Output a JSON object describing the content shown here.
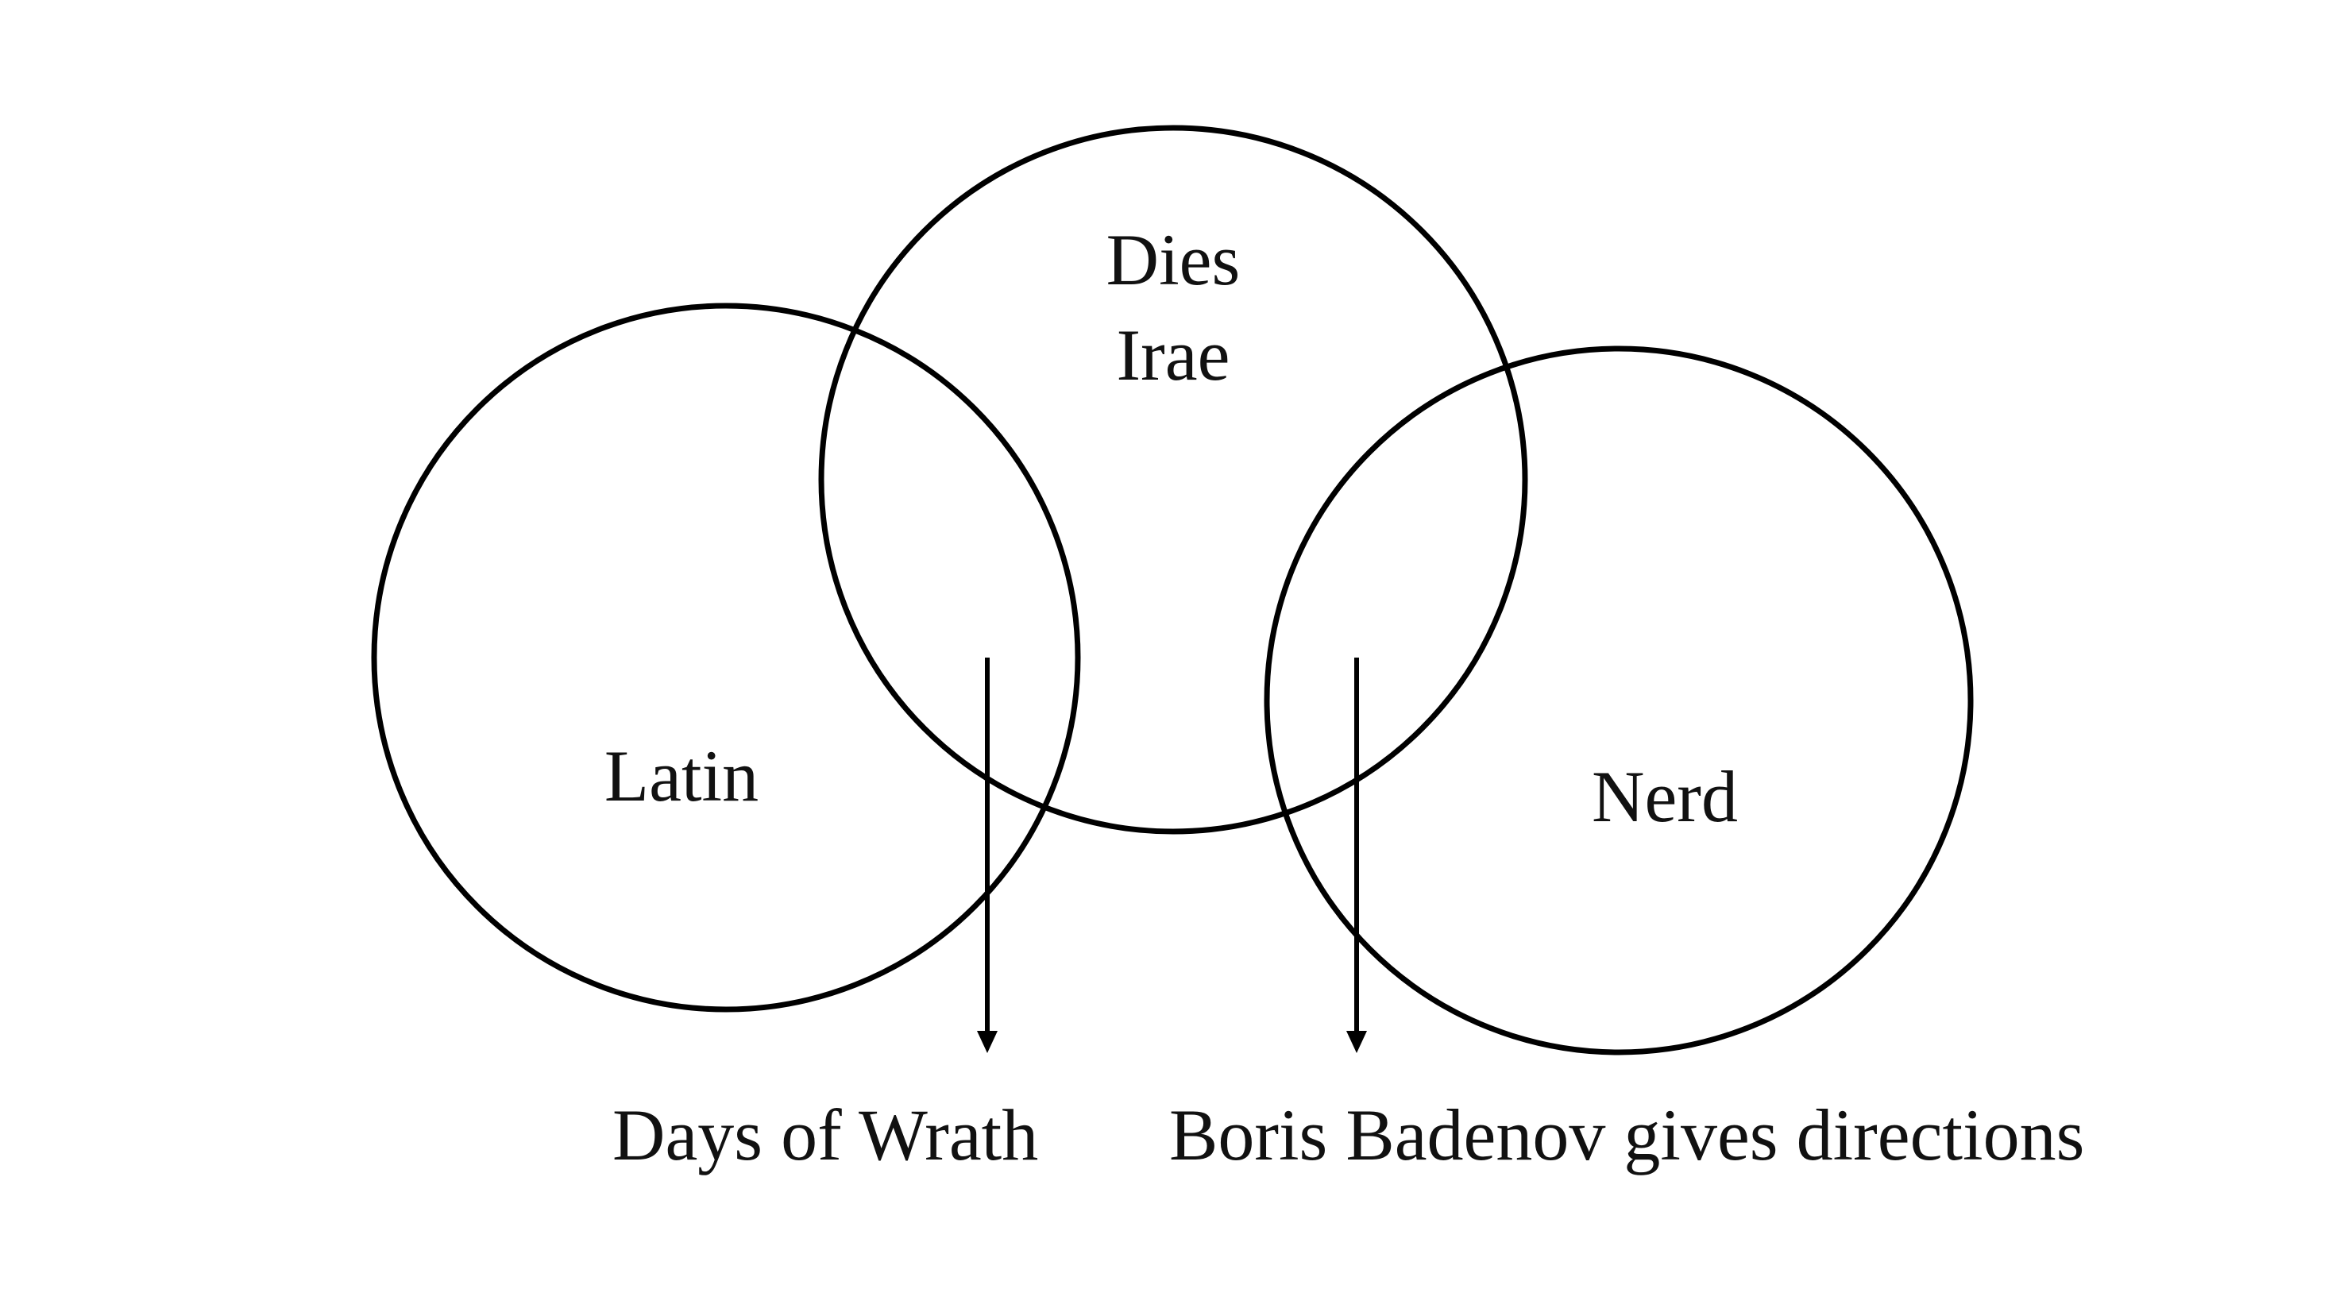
{
  "diagram": {
    "sets": {
      "latin": "Latin",
      "dies_irae_line1": "Dies",
      "dies_irae_line2": "Irae",
      "nerd": "Nerd"
    },
    "callouts": {
      "days_of_wrath": "Days of Wrath",
      "boris": "Boris Badenov gives directions"
    },
    "colors": {
      "stroke": "#000000",
      "text": "#111111",
      "background": "#ffffff"
    }
  }
}
